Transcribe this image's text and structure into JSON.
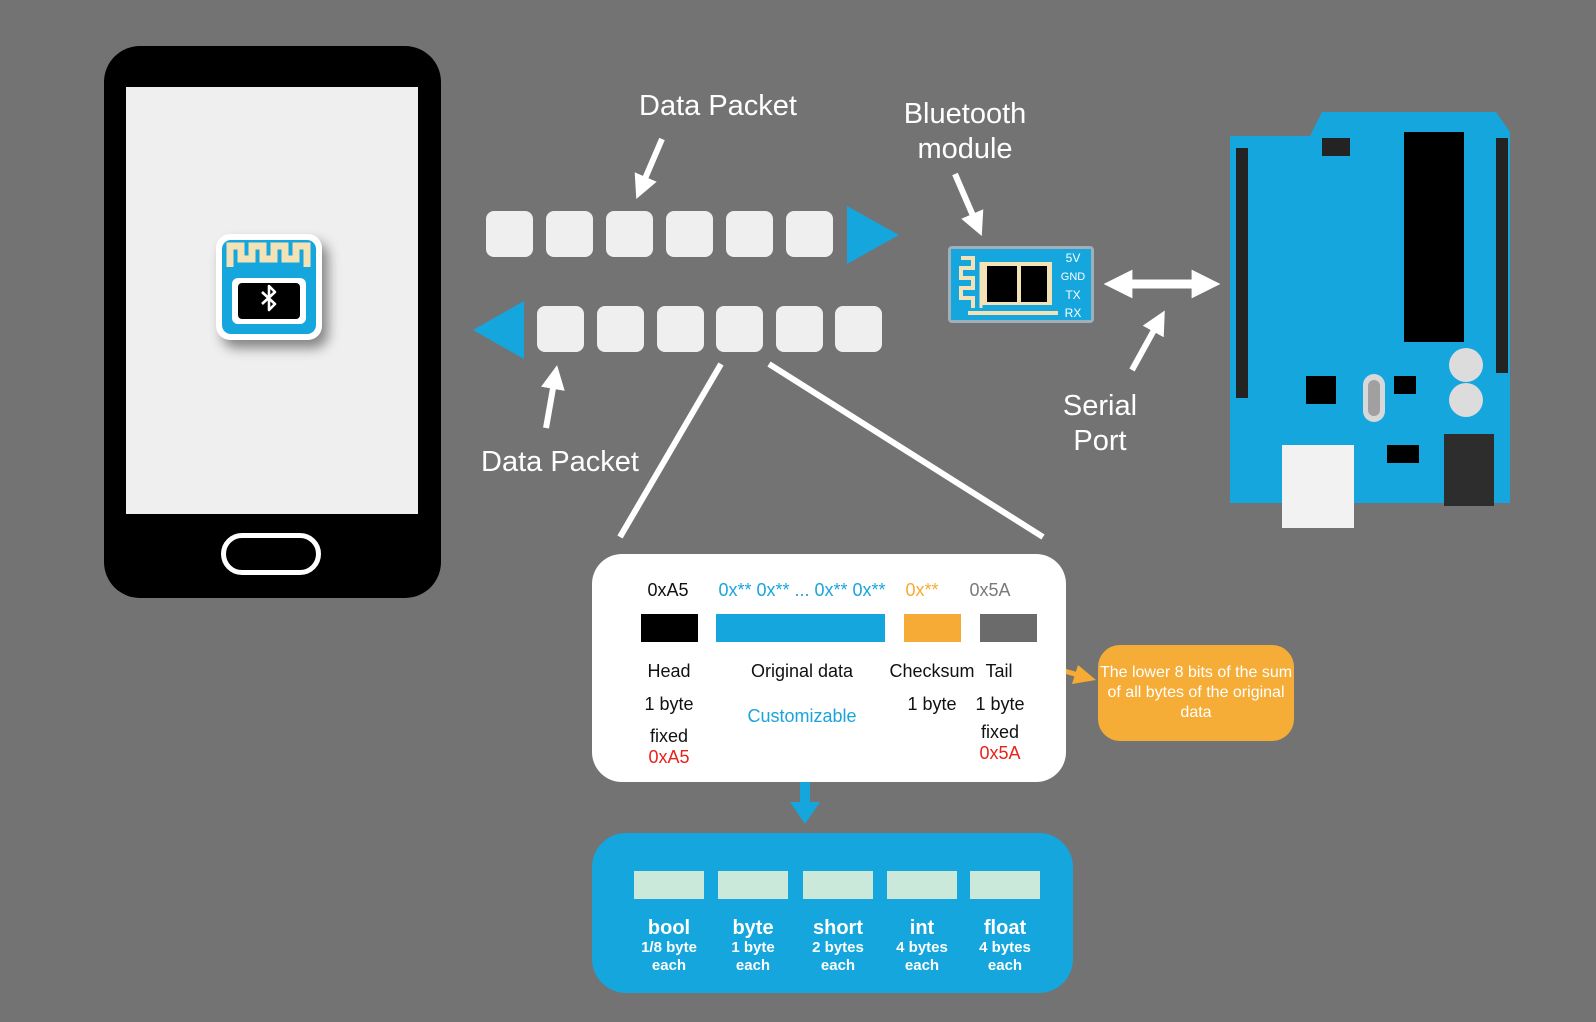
{
  "labels": {
    "data_packet_top": "Data Packet",
    "data_packet_bottom": "Data Packet",
    "bluetooth_line1": "Bluetooth",
    "bluetooth_line2": "module",
    "serial_line1": "Serial",
    "serial_line2": "Port"
  },
  "bt_module": {
    "pin_5v": "5V",
    "pin_gnd": "GND",
    "pin_tx": "TX",
    "pin_rx": "RX"
  },
  "frame": {
    "hex_head": "0xA5",
    "hex_data": "0x** 0x** ... 0x** 0x**",
    "hex_checksum": "0x**",
    "hex_tail": "0x5A",
    "head": {
      "name": "Head",
      "size": "1 byte",
      "fixed": "fixed",
      "value": "0xA5"
    },
    "data": {
      "name": "Original data",
      "size": "Customizable"
    },
    "checksum": {
      "name": "Checksum",
      "size": "1 byte"
    },
    "tail": {
      "name": "Tail",
      "size": "1 byte",
      "fixed": "fixed",
      "value": "0x5A"
    }
  },
  "note": "The lower 8 bits of the sum of all bytes of the original data",
  "types": [
    {
      "name": "bool",
      "size": "1/8 byte",
      "each": "each"
    },
    {
      "name": "byte",
      "size": "1 byte",
      "each": "each"
    },
    {
      "name": "short",
      "size": "2 bytes",
      "each": "each"
    },
    {
      "name": "int",
      "size": "4 bytes",
      "each": "each"
    },
    {
      "name": "float",
      "size": "4 bytes",
      "each": "each"
    }
  ],
  "colors": {
    "background": "#737373",
    "blue": "#14a6dd",
    "orange": "#f6ab36",
    "red": "#e8231b",
    "packet": "#efefef"
  }
}
